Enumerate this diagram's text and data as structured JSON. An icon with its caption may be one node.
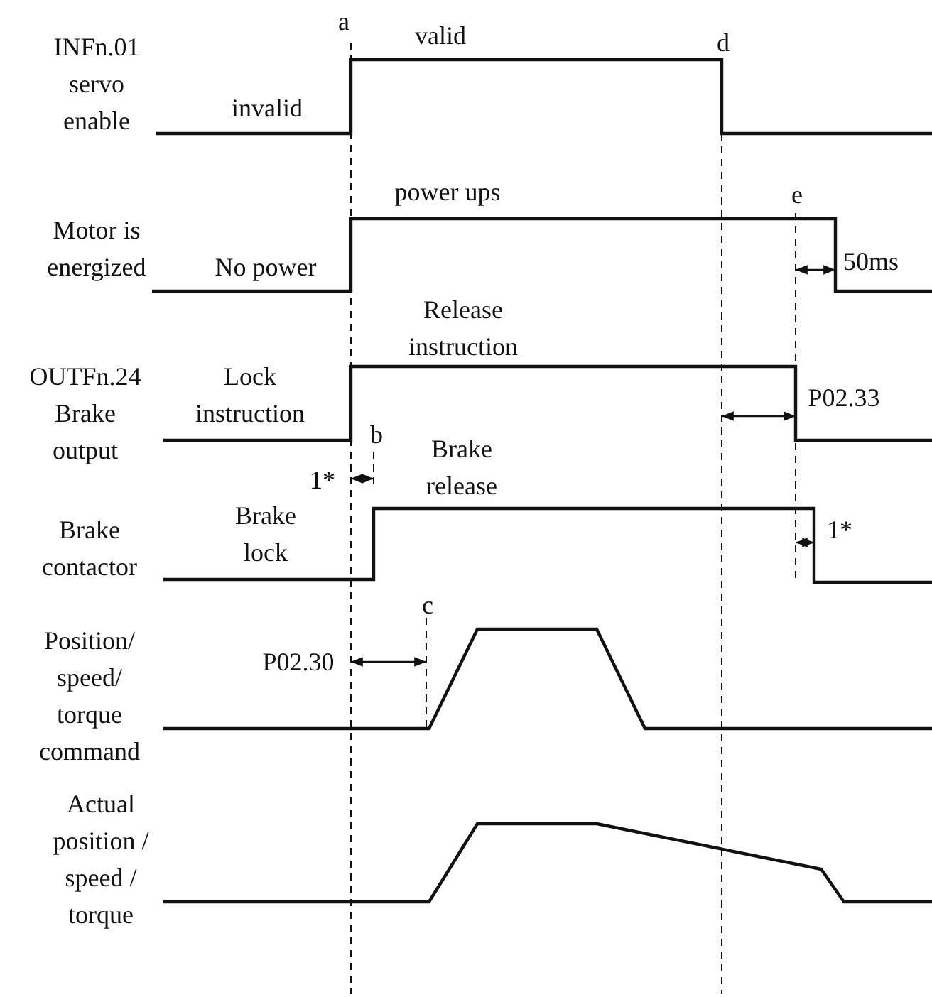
{
  "diagram": {
    "labels": [
      "a",
      "valid",
      "d",
      "INFn.01 servo enable",
      "invalid",
      "power ups",
      "e",
      "Motor is energized",
      "No power",
      "50ms",
      "Release instruction",
      "OUTFn.24 Brake output",
      "Lock instruction",
      "P02.33",
      "b",
      "Brake release",
      "1*",
      "Brake contactor",
      "Brake lock",
      "1*",
      "c",
      "Position/ speed/ torque command",
      "P02.30",
      "Actual position / speed / torque"
    ]
  }
}
